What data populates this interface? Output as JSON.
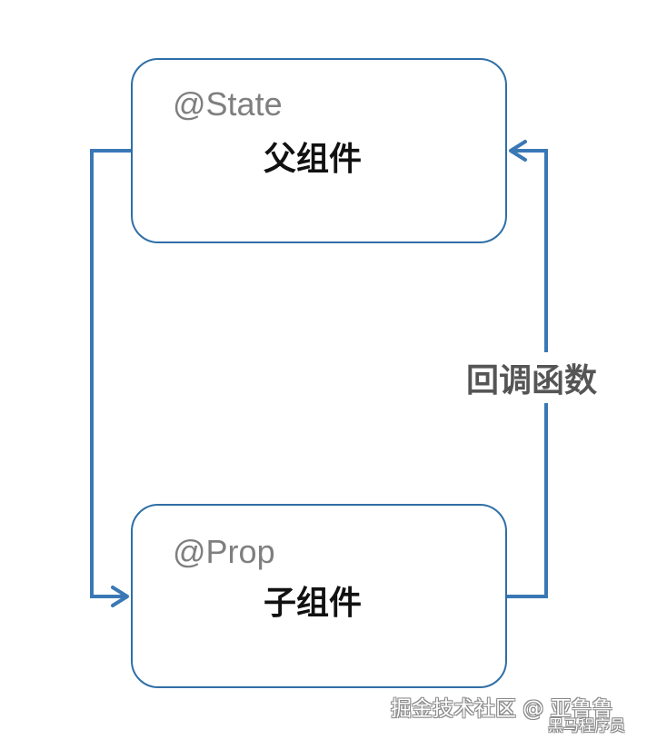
{
  "parent": {
    "decorator": "@State",
    "name": "父组件"
  },
  "child": {
    "decorator": "@Prop",
    "name": "子组件"
  },
  "callback_label": "回调函数",
  "watermark": {
    "main": "掘金技术社区 @ 亚鲁鲁",
    "sub": "黑马程序员"
  },
  "colors": {
    "box_border": "#2f6fa6",
    "arrow": "#3a78b5",
    "decorator_text": "#7f7f7f",
    "name_text": "#111111",
    "callback_text": "#555555"
  }
}
